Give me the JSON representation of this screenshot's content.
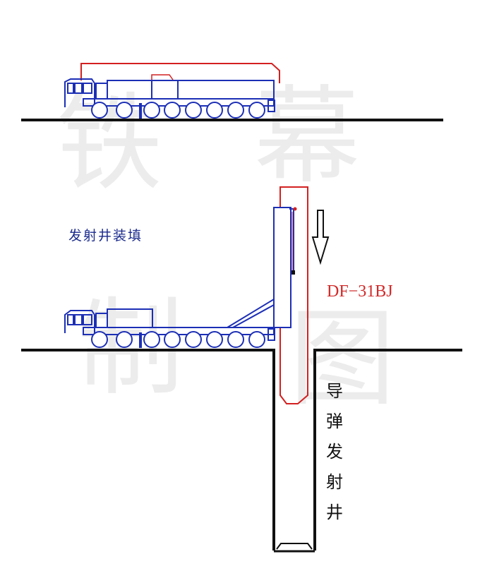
{
  "diagram": {
    "watermark_chars": [
      "铁",
      "幕",
      "制",
      "图"
    ],
    "caption": "发射井装填",
    "missile_label": "DF−31BJ",
    "silo_label_chars": [
      "导",
      "弹",
      "发",
      "射",
      "井"
    ],
    "colors": {
      "vehicle": "#1c2fb6",
      "missile": "#d42020",
      "ground": "#111111",
      "watermark": "#ececec",
      "caption": "#1a2a8c"
    }
  }
}
